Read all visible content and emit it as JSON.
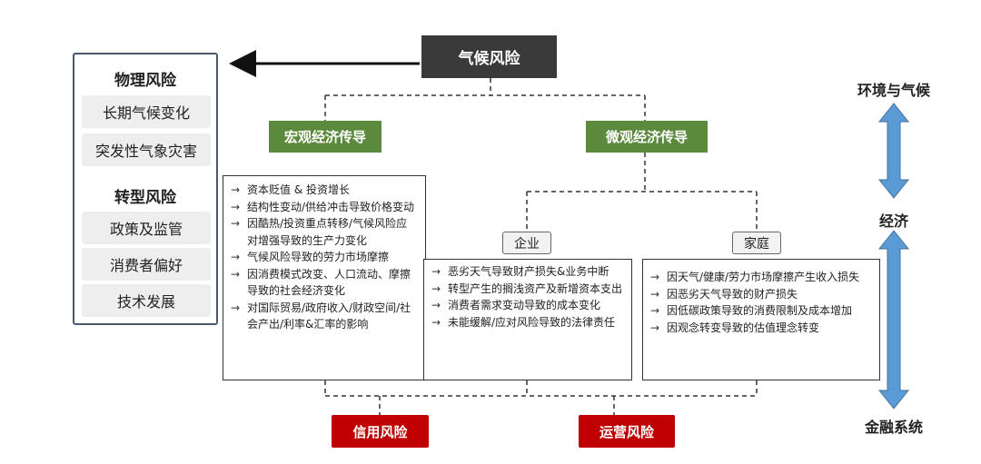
{
  "root": {
    "label": "气候风险"
  },
  "left_panel": {
    "physical": {
      "heading": "物理风险",
      "items": [
        "长期气候变化",
        "突发性气象灾害"
      ]
    },
    "transition": {
      "heading": "转型风险",
      "items": [
        "政策及监管",
        "消费者偏好",
        "技术发展"
      ]
    }
  },
  "macro": {
    "label": "宏观经济传导",
    "items": [
      "资本贬值 & 投资增长",
      "结构性变动/供给冲击导致价格变动",
      "因酷热/投资重点转移/气候风险应对增强导致的生产力变化",
      "气候风险导致的劳力市场摩擦",
      "因消费模式改变、人口流动、摩擦导致的社会经济变化",
      "对国际贸易/政府收入/财政空间/社会产出/利率&汇率的影响"
    ]
  },
  "micro": {
    "label": "微观经济传导",
    "enterprise": {
      "label": "企业",
      "items": [
        "恶劣天气导致财产损失&业务中断",
        "转型产生的搁浅资产及新增资本支出",
        "消费者需求变动导致的成本变化",
        "未能缓解/应对风险导致的法律责任"
      ]
    },
    "household": {
      "label": "家庭",
      "items": [
        "因天气/健康/劳力市场摩擦产生收入损失",
        "因恶劣天气导致的财产损失",
        "因低碳政策导致的消费限制及成本增加",
        "因观念转变导致的估值理念转变"
      ]
    }
  },
  "risks": {
    "credit": "信用风险",
    "operation": "运营风险"
  },
  "side": {
    "top": "环境与气候",
    "middle": "经济",
    "bottom": "金融系统"
  },
  "arrow_glyph": "→",
  "colors": {
    "dark": "#3a3a3a",
    "green": "#5b8a3c",
    "red": "#c00000",
    "blue": "#5b9bd5"
  }
}
